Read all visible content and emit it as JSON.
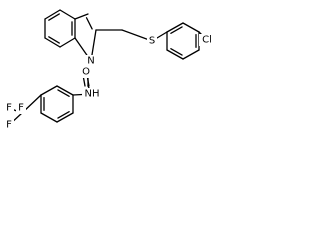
{
  "structure": {
    "atom_labels": {
      "n_ring": "N",
      "s": "S",
      "cl": "Cl",
      "o": "O",
      "nh": "NH",
      "f1": "F",
      "f2": "F",
      "f3": "F"
    },
    "colors": {
      "bond": "#000000",
      "label": "#000000",
      "background": "#ffffff"
    }
  }
}
